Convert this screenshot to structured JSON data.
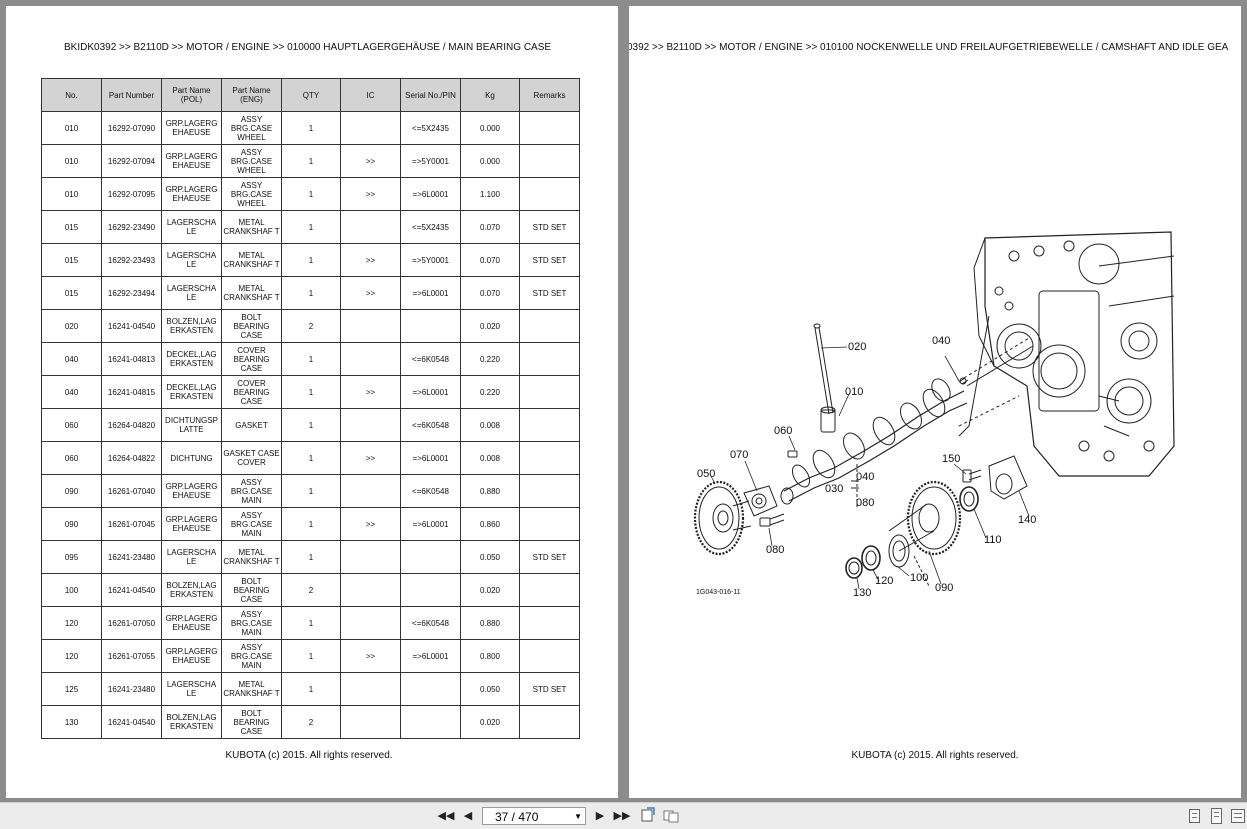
{
  "left_page": {
    "breadcrumb": "BKIDK0392 >> B2110D >> MOTOR / ENGINE >> 010000   HAUPTLAGERGEHÄUSE / MAIN BEARING CASE",
    "footer": "KUBOTA (c) 2015. All rights reserved.",
    "table": {
      "headers": [
        "No.",
        "Part Number",
        "Part Name (POL)",
        "Part Name (ENG)",
        "QTY",
        "IC",
        "Serial No./PIN",
        "Kg",
        "Remarks"
      ],
      "rows": [
        [
          "010",
          "16292-07090",
          "GRP.LAGERG EHAEUSE",
          "ASSY BRG.CASE WHEEL",
          "1",
          "",
          "<=5X2435",
          "0.000",
          ""
        ],
        [
          "010",
          "16292-07094",
          "GRP.LAGERG EHAEUSE",
          "ASSY BRG.CASE WHEEL",
          "1",
          ">>",
          "=>5Y0001",
          "0.000",
          ""
        ],
        [
          "010",
          "16292-07095",
          "GRP.LAGERG EHAEUSE",
          "ASSY BRG.CASE WHEEL",
          "1",
          ">>",
          "=>6L0001",
          "1.100",
          ""
        ],
        [
          "015",
          "16292-23490",
          "LAGERSCHA LE",
          "METAL CRANKSHAF T",
          "1",
          "",
          "<=5X2435",
          "0.070",
          "STD SET"
        ],
        [
          "015",
          "16292-23493",
          "LAGERSCHA LE",
          "METAL CRANKSHAF T",
          "1",
          ">>",
          "=>5Y0001",
          "0.070",
          "STD SET"
        ],
        [
          "015",
          "16292-23494",
          "LAGERSCHA LE",
          "METAL CRANKSHAF T",
          "1",
          ">>",
          "=>6L0001",
          "0.070",
          "STD SET"
        ],
        [
          "020",
          "16241-04540",
          "BOLZEN,LAG ERKASTEN",
          "BOLT BEARING CASE",
          "2",
          "",
          "",
          "0.020",
          ""
        ],
        [
          "040",
          "16241-04813",
          "DECKEL,LAG ERKASTEN",
          "COVER BEARING CASE",
          "1",
          "",
          "<=6K0548",
          "0.220",
          ""
        ],
        [
          "040",
          "16241-04815",
          "DECKEL,LAG ERKASTEN",
          "COVER BEARING CASE",
          "1",
          ">>",
          "=>6L0001",
          "0.220",
          ""
        ],
        [
          "060",
          "16264-04820",
          "DICHTUNGSP LATTE",
          "GASKET",
          "1",
          "",
          "<=6K0548",
          "0.008",
          ""
        ],
        [
          "060",
          "16264-04822",
          "DICHTUNG",
          "GASKET CASE COVER",
          "1",
          ">>",
          "=>6L0001",
          "0.008",
          ""
        ],
        [
          "090",
          "16261-07040",
          "GRP.LAGERG EHAEUSE",
          "ASSY BRG.CASE MAIN",
          "1",
          "",
          "<=6K0548",
          "0.880",
          ""
        ],
        [
          "090",
          "16261-07045",
          "GRP.LAGERG EHAEUSE",
          "ASSY BRG.CASE MAIN",
          "1",
          ">>",
          "=>6L0001",
          "0.860",
          ""
        ],
        [
          "095",
          "16241-23480",
          "LAGERSCHA LE",
          "METAL CRANKSHAF T",
          "1",
          "",
          "",
          "0.050",
          "STD SET"
        ],
        [
          "100",
          "16241-04540",
          "BOLZEN,LAG ERKASTEN",
          "BOLT BEARING CASE",
          "2",
          "",
          "",
          "0.020",
          ""
        ],
        [
          "120",
          "16261-07050",
          "GRP.LAGERG EHAEUSE",
          "ASSY BRG.CASE MAIN",
          "1",
          "",
          "<=6K0548",
          "0.880",
          ""
        ],
        [
          "120",
          "16261-07055",
          "GRP.LAGERG EHAEUSE",
          "ASSY BRG.CASE MAIN",
          "1",
          ">>",
          "=>6L0001",
          "0.800",
          ""
        ],
        [
          "125",
          "16241-23480",
          "LAGERSCHA LE",
          "METAL CRANKSHAF T",
          "1",
          "",
          "",
          "0.050",
          "STD SET"
        ],
        [
          "130",
          "16241-04540",
          "BOLZEN,LAG ERKASTEN",
          "BOLT BEARING CASE",
          "2",
          "",
          "",
          "0.020",
          ""
        ]
      ]
    }
  },
  "right_page": {
    "breadcrumb": "0392 >> B2110D >> MOTOR / ENGINE >> 010100   NOCKENWELLE UND FREILAUFGETRIEBEWELLE / CAMSHAFT AND IDLE GEA",
    "footer": "KUBOTA (c) 2015. All rights reserved.",
    "drawing": {
      "figure_id": "1G043-016-11",
      "callouts": {
        "c020": "020",
        "c040": "040",
        "c010": "010",
        "c060": "060",
        "c070": "070",
        "c050": "050",
        "c030": "030",
        "c040b": "040",
        "c080b": "080",
        "c150": "150",
        "c140": "140",
        "c110": "110",
        "c080": "080",
        "c120": "120",
        "c100": "100",
        "c090": "090",
        "c130": "130"
      }
    }
  },
  "toolbar": {
    "page_indicator": "37 / 470",
    "icons": [
      "first-page-icon",
      "prev-page-icon",
      "next-page-icon",
      "last-page-icon",
      "fit-page-icon",
      "fit-width-icon",
      "single-page-view-icon",
      "continuous-view-icon",
      "two-page-view-icon"
    ]
  }
}
